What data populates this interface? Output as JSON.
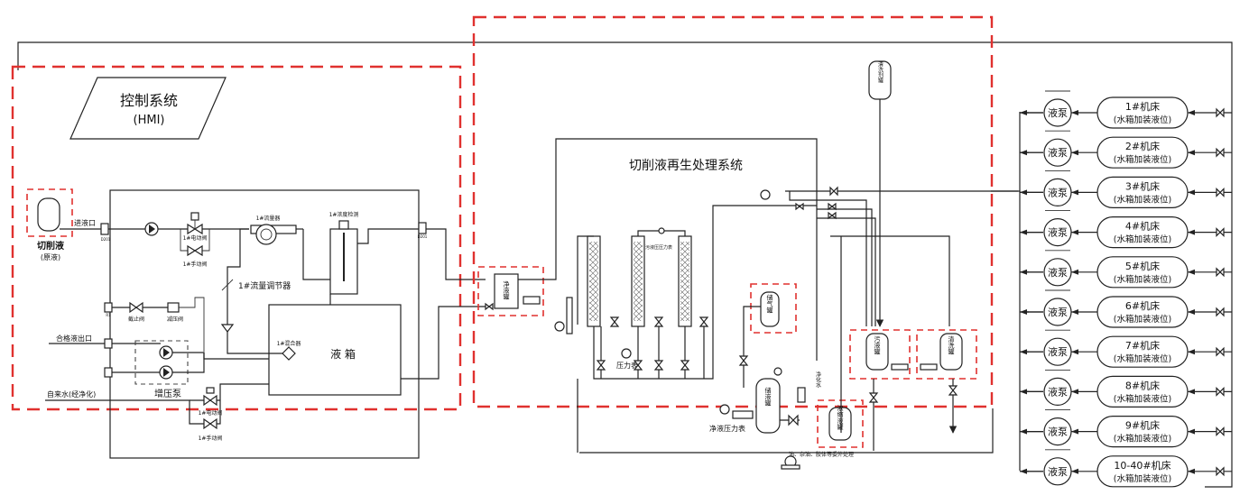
{
  "hmi": {
    "title": "控制系统",
    "subtitle": "(HMI)"
  },
  "left_system": {
    "coolant_label": "切削液",
    "coolant_sub": "(原液)",
    "inlet_label": "进液口",
    "inlet_code": "D201",
    "motor_valve": "1#电动阀",
    "manual_valve": "1#手动阀",
    "flowmeter": "1#流量器",
    "concentration_detector": "1#浓度检测",
    "flow_regulator": "1#流量调节器",
    "check_valve": "截止阀",
    "reducing_valve": "减压阀",
    "qualified_outlet": "合格液出口",
    "mixer": "1#混合器",
    "tank": "液 箱",
    "booster_pump": "增压泵",
    "tap_water": "自来水(经净化)",
    "motor_valve_2": "1#电动阀",
    "manual_valve_2": "1#手动阀",
    "port_a": "D201",
    "port_b": "R1"
  },
  "regen_system": {
    "title": "切削液再生处理系统",
    "clean_tank": "净液罐",
    "pressure_gauge": "压力表",
    "dirty_pressure_gauge": "污液压压力表",
    "gas_tank": "储气罐",
    "storage_tank": "储液罐",
    "clean_pressure_gauge": "净液压力表",
    "sludge_tank": "浓缩液罐",
    "dirty_tank": "污液罐",
    "wash_tank": "清洗罐",
    "wash_agent_tank": "清洗剂罐",
    "clean_water": "净化水",
    "waste_note": "油、杂油、胶体等委外处理"
  },
  "machines": [
    {
      "pump": "液泵",
      "name": "1#机床",
      "sub": "(水箱加装液位)"
    },
    {
      "pump": "液泵",
      "name": "2#机床",
      "sub": "(水箱加装液位)"
    },
    {
      "pump": "液泵",
      "name": "3#机床",
      "sub": "(水箱加装液位)"
    },
    {
      "pump": "液泵",
      "name": "4#机床",
      "sub": "(水箱加装液位)"
    },
    {
      "pump": "液泵",
      "name": "5#机床",
      "sub": "(水箱加装液位)"
    },
    {
      "pump": "液泵",
      "name": "6#机床",
      "sub": "(水箱加装液位)"
    },
    {
      "pump": "液泵",
      "name": "7#机床",
      "sub": "(水箱加装液位)"
    },
    {
      "pump": "液泵",
      "name": "8#机床",
      "sub": "(水箱加装液位)"
    },
    {
      "pump": "液泵",
      "name": "9#机床",
      "sub": "(水箱加装液位)"
    },
    {
      "pump": "液泵",
      "name": "10-40#机床",
      "sub": "(水箱加装液位)"
    }
  ]
}
